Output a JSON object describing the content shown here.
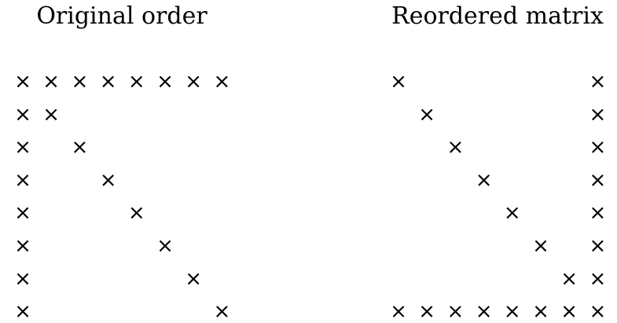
{
  "mark_symbol": "×",
  "ink_color": "#000000",
  "panels": [
    {
      "title": "Original order",
      "rows": 8,
      "cols": 8,
      "cells": [
        [
          0,
          0
        ],
        [
          0,
          1
        ],
        [
          0,
          2
        ],
        [
          0,
          3
        ],
        [
          0,
          4
        ],
        [
          0,
          5
        ],
        [
          0,
          6
        ],
        [
          0,
          7
        ],
        [
          1,
          0
        ],
        [
          1,
          1
        ],
        [
          2,
          0
        ],
        [
          2,
          2
        ],
        [
          3,
          0
        ],
        [
          3,
          3
        ],
        [
          4,
          0
        ],
        [
          4,
          4
        ],
        [
          5,
          0
        ],
        [
          5,
          5
        ],
        [
          6,
          0
        ],
        [
          6,
          6
        ],
        [
          7,
          0
        ],
        [
          7,
          7
        ]
      ]
    },
    {
      "title": "Reordered matrix",
      "rows": 8,
      "cols": 8,
      "cells": [
        [
          0,
          0
        ],
        [
          0,
          7
        ],
        [
          1,
          1
        ],
        [
          1,
          7
        ],
        [
          2,
          2
        ],
        [
          2,
          7
        ],
        [
          3,
          3
        ],
        [
          3,
          7
        ],
        [
          4,
          4
        ],
        [
          4,
          7
        ],
        [
          5,
          5
        ],
        [
          5,
          7
        ],
        [
          6,
          6
        ],
        [
          6,
          7
        ],
        [
          7,
          0
        ],
        [
          7,
          1
        ],
        [
          7,
          2
        ],
        [
          7,
          3
        ],
        [
          7,
          4
        ],
        [
          7,
          5
        ],
        [
          7,
          6
        ],
        [
          7,
          7
        ]
      ]
    }
  ]
}
